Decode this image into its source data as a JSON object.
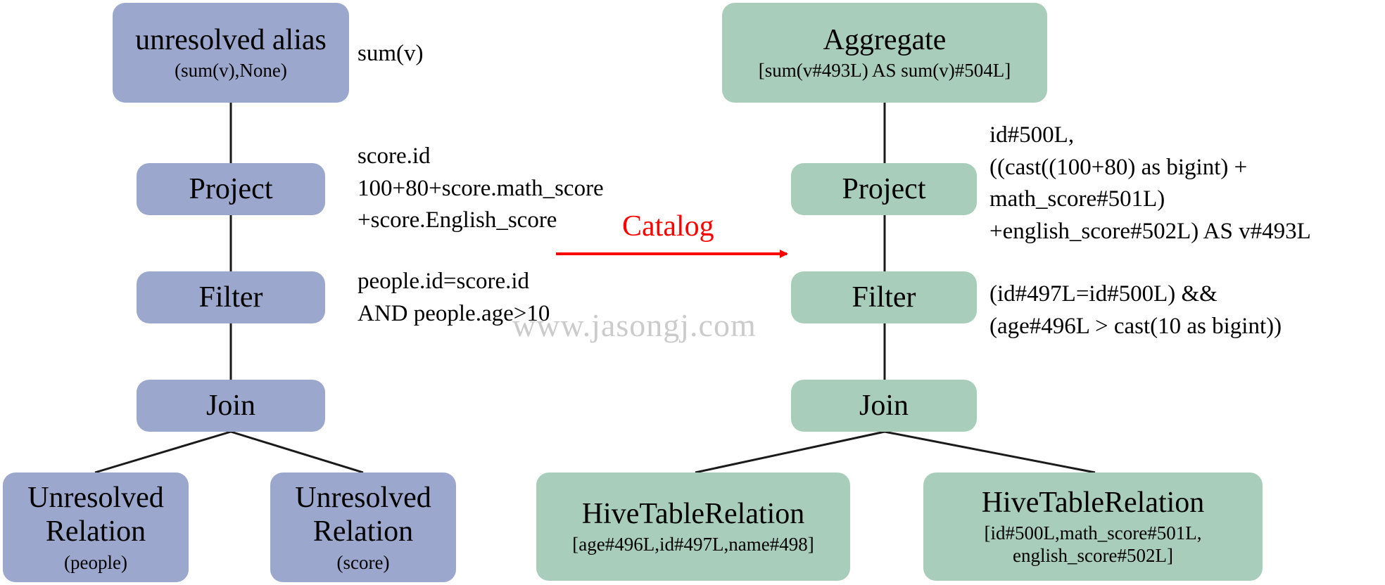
{
  "colors": {
    "unresolved_fill": "#9ba7cc",
    "resolved_fill": "#a8cdbb",
    "edge": "#1a1a1a",
    "arrow": "#ff0000",
    "watermark": "#a0a0a0"
  },
  "unresolved_tree": {
    "alias": {
      "label": "unresolved alias",
      "sub": "(sum(v),None)"
    },
    "project": {
      "label": "Project"
    },
    "filter": {
      "label": "Filter"
    },
    "join": {
      "label": "Join"
    },
    "relation_people": {
      "label": "Unresolved\nRelation",
      "sub": "(people)"
    },
    "relation_score": {
      "label": "Unresolved\nRelation",
      "sub": "(score)"
    }
  },
  "unresolved_annotations": {
    "alias": "sum(v)",
    "project": "score.id\n100+80+score.math_score\n+score.English_score",
    "filter": "people.id=score.id\nAND people.age>10"
  },
  "transition": {
    "label": "Catalog"
  },
  "resolved_tree": {
    "aggregate": {
      "label": "Aggregate",
      "sub": "[sum(v#493L) AS sum(v)#504L]"
    },
    "project": {
      "label": "Project"
    },
    "filter": {
      "label": "Filter"
    },
    "join": {
      "label": "Join"
    },
    "relation_people": {
      "label": "HiveTableRelation",
      "sub": "[age#496L,id#497L,name#498]"
    },
    "relation_score": {
      "label": "HiveTableRelation",
      "sub": "[id#500L,math_score#501L,\nenglish_score#502L]"
    }
  },
  "resolved_annotations": {
    "project": "id#500L,\n((cast((100+80) as bigint) +\nmath_score#501L)\n+english_score#502L) AS v#493L",
    "filter": "(id#497L=id#500L) &&\n(age#496L > cast(10 as bigint))"
  },
  "watermark": "www.jasongj.com"
}
